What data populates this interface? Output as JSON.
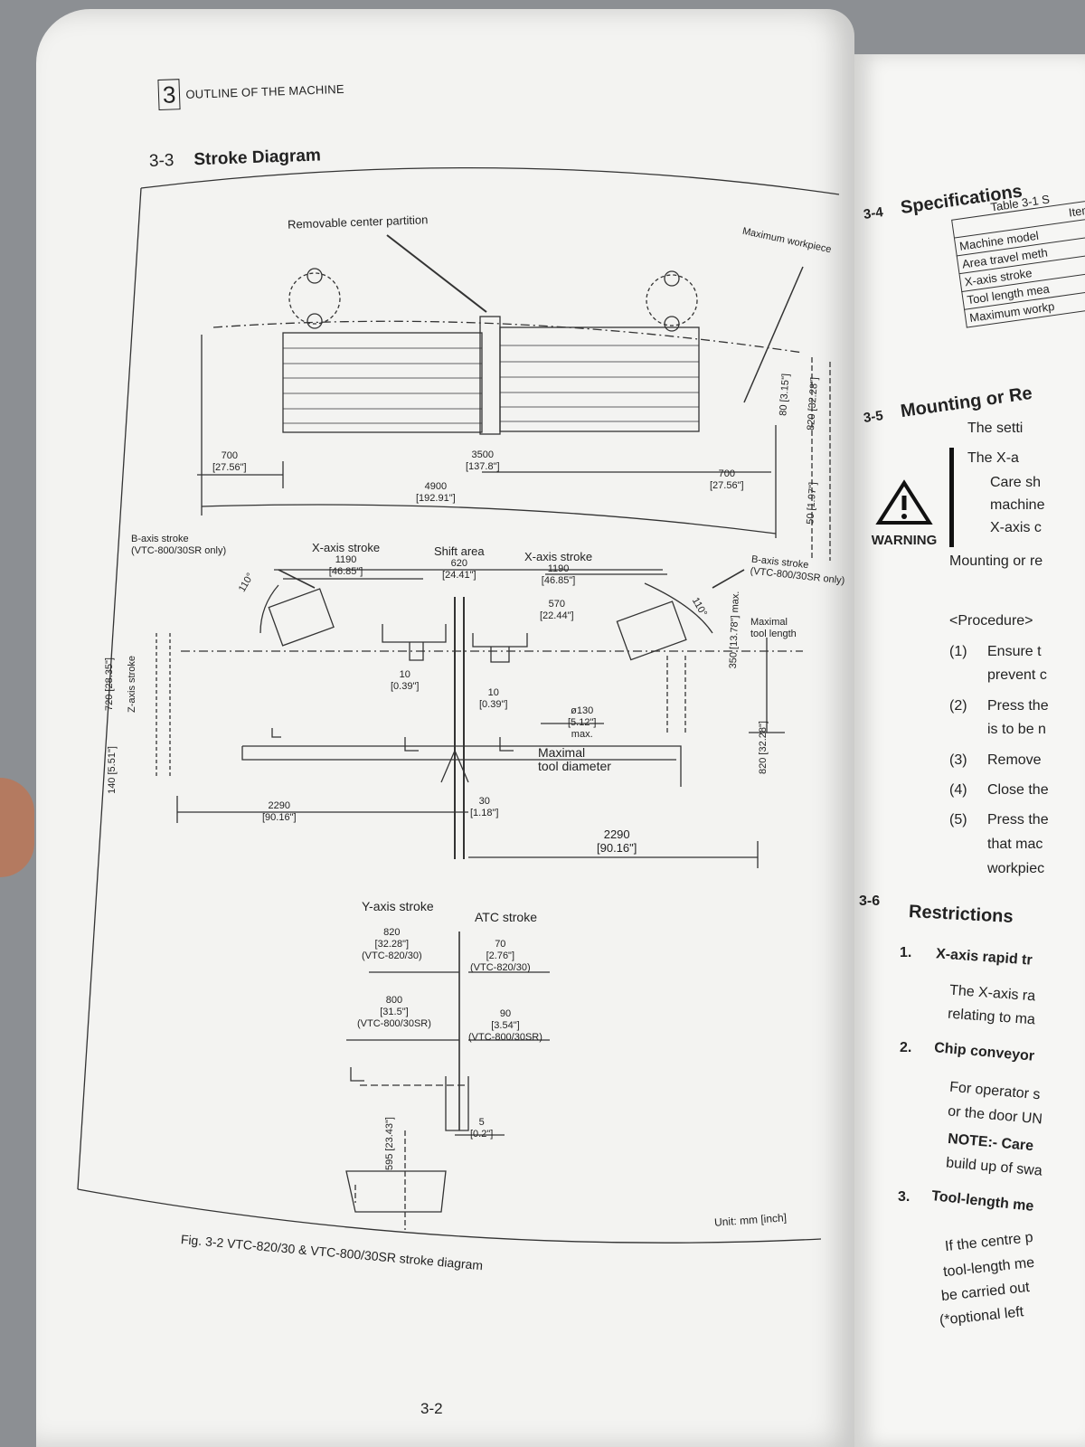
{
  "header": {
    "chapter_number": "3",
    "chapter_title": "OUTLINE OF THE MACHINE"
  },
  "section": {
    "number": "3-3",
    "title": "Stroke Diagram"
  },
  "diagram": {
    "removable_partition": "Removable center partition",
    "maximum_workpiece": "Maximum workpiece",
    "top_dims": {
      "left_700": "700",
      "left_700_in": "[27.56\"]",
      "center_3500": "3500",
      "center_3500_in": "[137.8\"]",
      "total_4900": "4900",
      "total_4900_in": "[192.91\"]",
      "right_700": "700",
      "right_700_in": "[27.56\"]",
      "r80": "80",
      "r80_in": "[3.15\"]",
      "r820": "820",
      "r820_in": "[32.28\"]",
      "r50": "50",
      "r50_in": "[1.97\"]"
    },
    "b_axis_left": "B-axis stroke\n(VTC-800/30SR only)",
    "x_axis_left": {
      "label": "X-axis stroke",
      "value": "1190",
      "inch": "[46.85\"]"
    },
    "shift_area": {
      "label": "Shift area",
      "value": "620",
      "inch": "[24.41\"]"
    },
    "x_axis_right": {
      "label": "X-axis stroke",
      "value": "1190",
      "inch": "[46.85\"]"
    },
    "dim_570": {
      "value": "570",
      "inch": "[22.44\"]"
    },
    "b_axis_right": "B-axis stroke\n(VTC-800/30SR only)",
    "angle": "110°",
    "max_tool_length": {
      "label": "Maximal\ntool length",
      "value": "350",
      "inch": "[13.78\"] max."
    },
    "dim_10a": {
      "value": "10",
      "inch": "[0.39\"]"
    },
    "dim_10b": {
      "value": "10",
      "inch": "[0.39\"]"
    },
    "tool_diameter": {
      "value": "ø130",
      "inch": "[5.12\"]",
      "max": "max.",
      "label": "Maximal\ntool diameter"
    },
    "z_axis": {
      "label": "Z-axis stroke",
      "value": "720",
      "inch": "[28.35\"]",
      "value2": "140",
      "inch2": "[5.51\"]"
    },
    "right_820": {
      "value": "820",
      "inch": "[32.28\"]"
    },
    "bottom_left_2290": {
      "value": "2290",
      "inch": "[90.16\"]"
    },
    "dim_30": {
      "value": "30",
      "inch": "[1.18\"]"
    },
    "bottom_right_2290": {
      "value": "2290",
      "inch": "[90.16\"]"
    },
    "y_axis": {
      "label": "Y-axis stroke",
      "v1": "820",
      "v1_in": "[32.28\"]",
      "v1_model": "(VTC-820/30)",
      "v2": "800",
      "v2_in": "[31.5\"]",
      "v2_model": "(VTC-800/30SR)"
    },
    "atc": {
      "label": "ATC stroke",
      "v1": "70",
      "v1_in": "[2.76\"]",
      "v1_model": "(VTC-820/30)",
      "v2": "90",
      "v2_in": "[3.54\"]",
      "v2_model": "(VTC-800/30SR)"
    },
    "dim_5": {
      "value": "5",
      "inch": "[0.2\"]"
    },
    "dim_595": {
      "value": "595",
      "inch": "[23.43\"]"
    },
    "unit": "Unit: mm [inch]"
  },
  "caption": "Fig. 3-2 VTC-820/30 & VTC-800/30SR stroke diagram",
  "page_number": "3-2",
  "right_page": {
    "sec34": {
      "number": "3-4",
      "title": "Specifications"
    },
    "table_caption": "Table 3-1 S",
    "table_rows": [
      "Item",
      "Machine model",
      "Area travel meth",
      "X-axis stroke",
      "Tool length mea",
      "Maximum workp"
    ],
    "sec35": {
      "number": "3-5",
      "title": "Mounting or Re"
    },
    "warning": "WARNING",
    "warn_lines": [
      "The setti",
      "The X-a",
      "Care sh",
      "machine",
      "X-axis c"
    ],
    "mounting": "Mounting or re",
    "procedure": "<Procedure>",
    "steps": [
      {
        "n": "(1)",
        "t": "Ensure t"
      },
      {
        "n": "",
        "t": "prevent c"
      },
      {
        "n": "(2)",
        "t": "Press the"
      },
      {
        "n": "",
        "t": "is to be n"
      },
      {
        "n": "(3)",
        "t": "Remove"
      },
      {
        "n": "(4)",
        "t": "Close the"
      },
      {
        "n": "(5)",
        "t": "Press the"
      },
      {
        "n": "",
        "t": "that mac"
      },
      {
        "n": "",
        "t": "workpiec"
      }
    ],
    "sec36": {
      "number": "3-6",
      "title": "Restrictions"
    },
    "r1": {
      "n": "1.",
      "t": "X-axis rapid tr",
      "l1": "The X-axis ra",
      "l2": "relating to ma"
    },
    "r2": {
      "n": "2.",
      "t": "Chip conveyor",
      "l1": "For operator s",
      "l2": "or the door UN",
      "l3": "NOTE:- Care",
      "l4": "build up of swa"
    },
    "r3": {
      "n": "3.",
      "t": "Tool-length me",
      "l1": "If the centre p",
      "l2": "tool-length me",
      "l3": "be carried out",
      "l4": "(*optional left"
    }
  }
}
